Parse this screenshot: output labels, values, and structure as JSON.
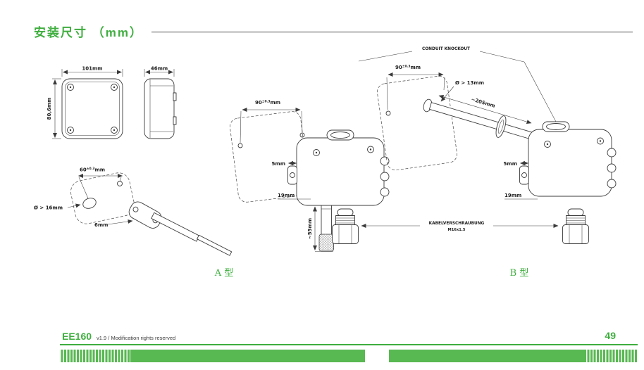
{
  "colors": {
    "accent": "#3fae3f",
    "bar": "#58b852",
    "line": "#3b3b3b"
  },
  "title": "安装尺寸 （mm）",
  "annotations": {
    "conduit_knockout": "CONDUIT KNOCKOUT",
    "cable_gland_line1": "KABELVERSCHRAUBUNG",
    "cable_gland_line2": "M16x1.5"
  },
  "front_view": {
    "width": "101mm",
    "height": "80,6mm"
  },
  "side_view": {
    "depth": "46mm"
  },
  "remote_probe": {
    "hole_spacing": {
      "value": "60",
      "tolerance": "±0.3",
      "unit": "mm"
    },
    "hole_diameter": "Ø > 16mm",
    "flange_hole": "6mm"
  },
  "type_a": {
    "label": "A 型",
    "hole_spacing": {
      "value": "90",
      "tolerance": "±0.3",
      "unit": "mm"
    },
    "tab_width": "5mm",
    "gland_offset": "19mm",
    "probe_length": "~55mm"
  },
  "type_b": {
    "label": "B 型",
    "hole_spacing": {
      "value": "90",
      "tolerance": "±0.3",
      "unit": "mm"
    },
    "hole_diameter": "Ø > 13mm",
    "probe_length": "~205mm",
    "tab_width": "5mm",
    "gland_offset": "19mm"
  },
  "footer": {
    "product": "EE160",
    "note": "v1.9 / Modification rights reserved",
    "page": "49"
  }
}
